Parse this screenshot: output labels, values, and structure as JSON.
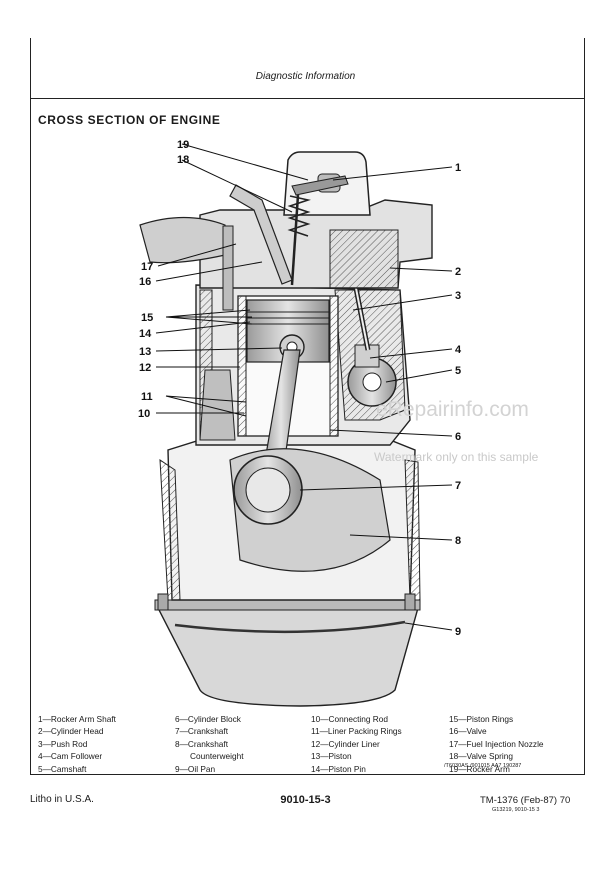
{
  "header": {
    "section": "Diagnostic Information"
  },
  "title": "CROSS SECTION OF ENGINE",
  "callouts": [
    "1",
    "2",
    "3",
    "4",
    "5",
    "6",
    "7",
    "8",
    "9",
    "10",
    "11",
    "12",
    "13",
    "14",
    "15",
    "16",
    "17",
    "18",
    "19"
  ],
  "legend": [
    [
      "1—Rocker Arm Shaft",
      "2—Cylinder Head",
      "3—Push Rod",
      "4—Cam Follower",
      "5—Camshaft"
    ],
    [
      "6—Cylinder Block",
      "7—Crankshaft",
      "8—Crankshaft",
      "Counterweight",
      "9—Oil Pan"
    ],
    [
      "10—Connecting Rod",
      "11—Liner Packing Rings",
      "12—Cylinder Liner",
      "13—Piston",
      "14—Piston Pin"
    ],
    [
      "15—Piston Rings",
      "16—Valve",
      "17—Fuel Injection Nozzle",
      "18—Valve Spring",
      "19—Rocker Arm"
    ]
  ],
  "figure_id": "/T6030AS /901015 AA7 190287",
  "watermark": {
    "main": "eRepairinfo.com",
    "sub": "Watermark only on this sample"
  },
  "footer": {
    "left": "Litho in U.S.A.",
    "center": "9010-15-3",
    "right": "TM-1376 (Feb-87) 70",
    "small": "G13219, 9010-15  3"
  }
}
